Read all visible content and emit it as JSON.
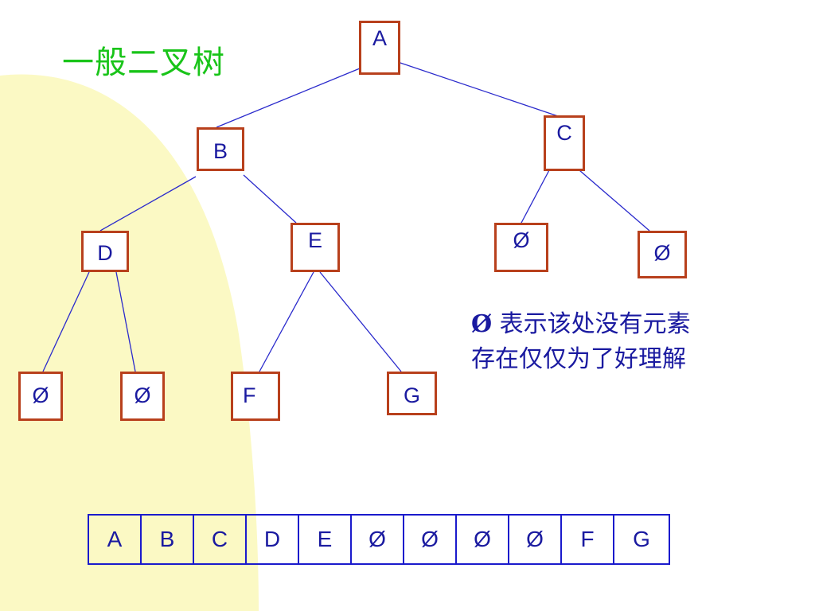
{
  "title": "一般二叉树",
  "nodes": {
    "A": "A",
    "B": "B",
    "C": "C",
    "D": "D",
    "E": "E",
    "F": "F",
    "G": "G",
    "null_c_left": "Ø",
    "null_c_right": "Ø",
    "null_d_left": "Ø",
    "null_d_right": "Ø"
  },
  "note": {
    "symbol": "Ø",
    "line1": " 表示该处没有元素",
    "line2": "存在仅仅为了好理解"
  },
  "array": [
    "A",
    "B",
    "C",
    "D",
    "E",
    "Ø",
    "Ø",
    "Ø",
    "Ø",
    "F",
    "G"
  ],
  "colors": {
    "title": "#19c419",
    "node_border": "#b8401c",
    "text": "#1a1aa0",
    "edge": "#2a2acc",
    "background_shape": "#fbf9c4"
  }
}
